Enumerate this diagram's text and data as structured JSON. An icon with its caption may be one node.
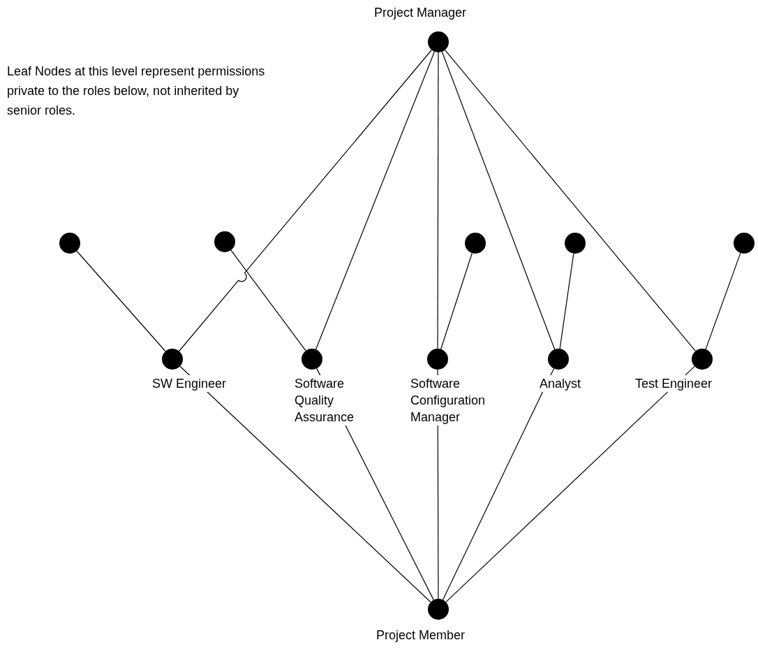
{
  "diagram": {
    "nodes": [
      {
        "text": [],
        "shape": "circle",
        "beside": [
          "Project Manager"
        ]
      },
      {
        "text": [],
        "shape": "circle"
      },
      {
        "text": [],
        "shape": "circle"
      },
      {
        "text": [],
        "shape": "circle"
      },
      {
        "text": [],
        "shape": "circle"
      },
      {
        "text": [],
        "shape": "circle"
      },
      {
        "text": [],
        "shape": "circle",
        "beside": [
          "SW Engineer"
        ]
      },
      {
        "text": [],
        "shape": "circle",
        "beside": [
          "Software Quality Assurance"
        ]
      },
      {
        "text": [],
        "shape": "circle",
        "beside": [
          "Software Configuration Manager"
        ]
      },
      {
        "text": [],
        "shape": "circle",
        "beside": [
          "Analyst"
        ]
      },
      {
        "text": [],
        "shape": "circle",
        "beside": [
          "Test Engineer"
        ]
      },
      {
        "text": [],
        "shape": "circle",
        "beside": [
          "Project Member"
        ]
      }
    ],
    "edges": [
      {
        "from": 0,
        "to": 6,
        "arrow": "none"
      },
      {
        "from": 0,
        "to": 7,
        "arrow": "none"
      },
      {
        "from": 0,
        "to": 8,
        "arrow": "none"
      },
      {
        "from": 0,
        "to": 9,
        "arrow": "none"
      },
      {
        "from": 0,
        "to": 10,
        "arrow": "none"
      },
      {
        "from": 1,
        "to": 6,
        "arrow": "none"
      },
      {
        "from": 2,
        "to": 7,
        "arrow": "none"
      },
      {
        "from": 3,
        "to": 8,
        "arrow": "none"
      },
      {
        "from": 4,
        "to": 9,
        "arrow": "none"
      },
      {
        "from": 5,
        "to": 10,
        "arrow": "none"
      },
      {
        "from": 6,
        "to": 11,
        "arrow": "none"
      },
      {
        "from": 7,
        "to": 11,
        "arrow": "none"
      },
      {
        "from": 8,
        "to": 11,
        "arrow": "none"
      },
      {
        "from": 9,
        "to": 11,
        "arrow": "none"
      },
      {
        "from": 10,
        "to": 11,
        "arrow": "none"
      }
    ],
    "labels": [
      "Leaf Nodes at this level represent permissions private to the roles below, not inherited by senior roles."
    ]
  }
}
